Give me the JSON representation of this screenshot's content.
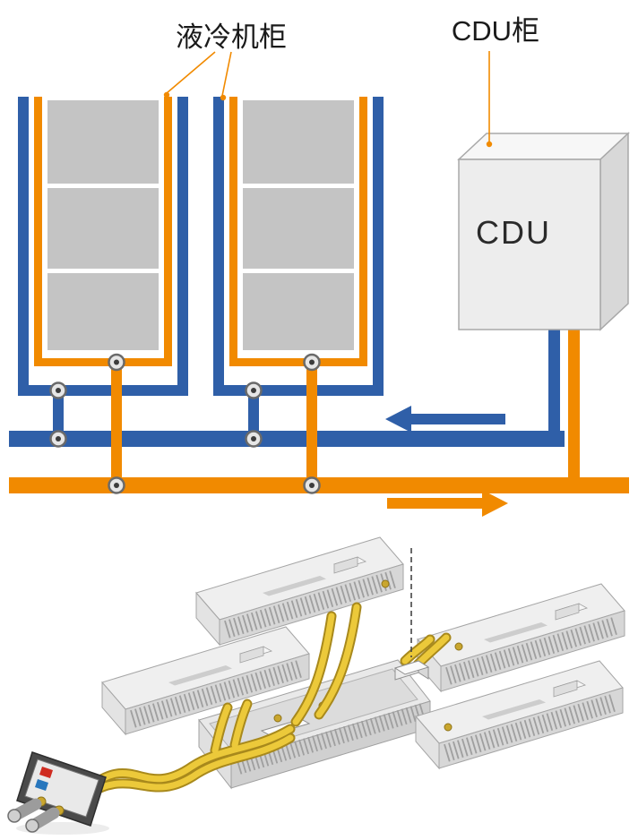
{
  "page": {
    "background": "#ffffff"
  },
  "labels": {
    "cabinet_callout": "液冷机柜",
    "cdu_callout": "CDU柜",
    "cdu_box_text": "CDU"
  },
  "colors": {
    "supply_blue": "#2f5fa8",
    "return_orange": "#f18a00",
    "callout_line": "#f18a00",
    "block_gray": "#c4c4c4",
    "pipe_connector_gray": "#e6e6e6",
    "box_front": "#ededed",
    "box_top": "#f7f7f7",
    "box_side": "#d8d8d8",
    "hose_outer": "#a8891c",
    "hose_inner": "#ecc93a",
    "tray_top": "#efefef",
    "tray_face": "#d7d7d7",
    "tray_fin": "#9f9f9f",
    "text_color": "#1a1a1a"
  },
  "schematic": {
    "cabinet_count": 2,
    "blocks_per_cabinet": 3,
    "pipe_connector_count": 8,
    "supply_flow_direction": "left",
    "return_flow_direction": "right"
  }
}
